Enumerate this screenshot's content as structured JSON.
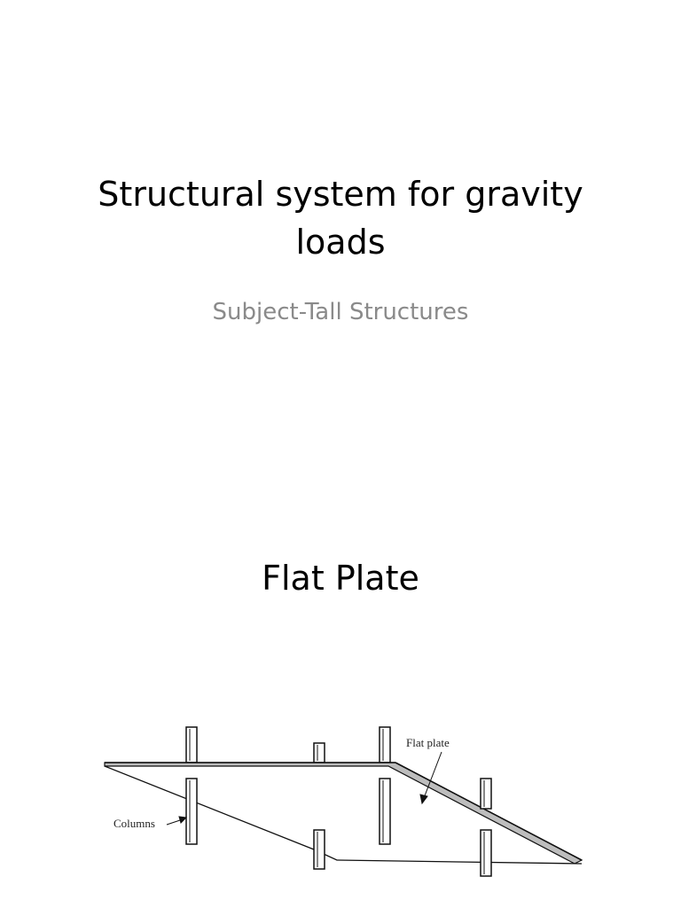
{
  "slide_top": {
    "title": "Structural system for gravity loads",
    "subtitle": "Subject-Tall Structures"
  },
  "slide_bottom": {
    "heading": "Flat Plate",
    "figure": {
      "labels": {
        "flat_plate": "Flat plate",
        "columns": "Columns"
      }
    }
  }
}
